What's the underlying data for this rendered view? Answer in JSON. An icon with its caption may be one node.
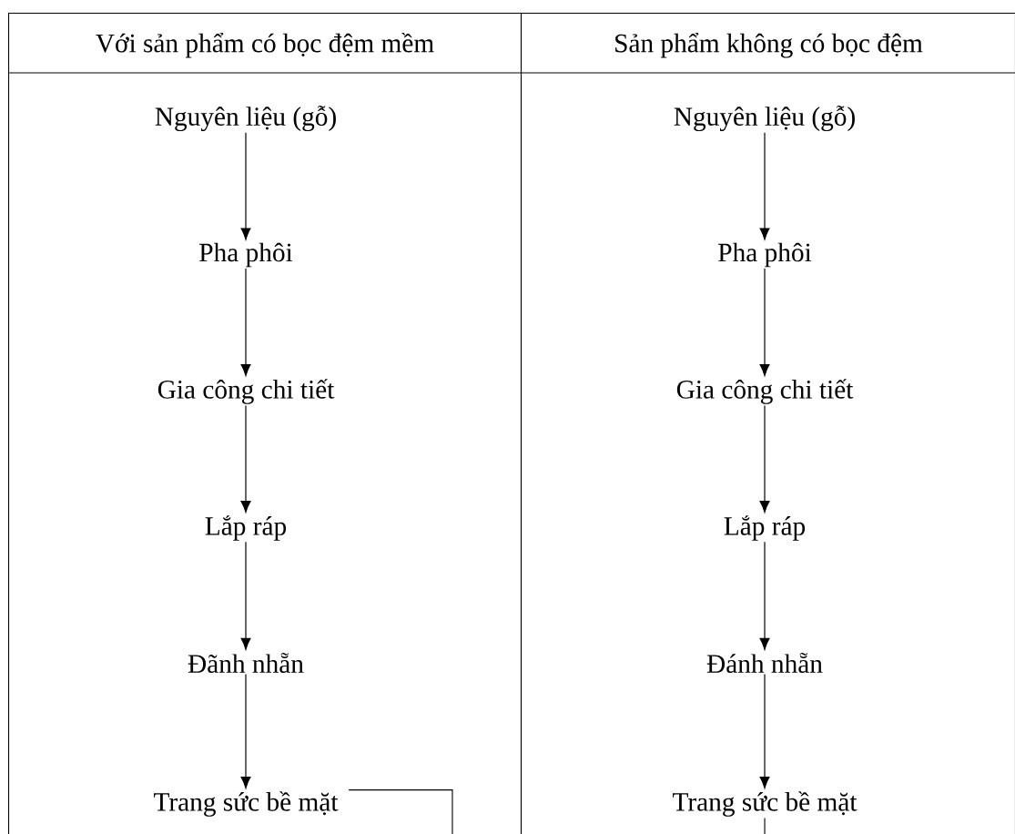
{
  "diagram": {
    "nodes": [
      {
        "text": [
          "Với sản phẩm có bọc đệm mềm"
        ]
      },
      {
        "text": [
          "Nguyên liệu (gỗ)"
        ],
        "in": 0
      },
      {
        "text": [
          "Pha phôi"
        ],
        "in": 0
      },
      {
        "text": [
          "Gia công chi tiết"
        ],
        "in": 0
      },
      {
        "text": [
          "Lắp ráp"
        ],
        "in": 0
      },
      {
        "text": [
          "Đãnh nhẵn"
        ],
        "in": 0
      },
      {
        "text": [
          "Trang sức bề mặt"
        ],
        "in": 0
      },
      {
        "text": [
          "Sản phẩm không có bọc đệm"
        ]
      },
      {
        "text": [
          "Nguyên liệu (gỗ)"
        ],
        "in": 7
      },
      {
        "text": [
          "Pha phôi"
        ],
        "in": 7
      },
      {
        "text": [
          "Gia công chi tiết"
        ],
        "in": 7
      },
      {
        "text": [
          "Lắp ráp"
        ],
        "in": 7
      },
      {
        "text": [
          "Đánh nhẵn"
        ],
        "in": 7
      },
      {
        "text": [
          "Trang sức bề mặt"
        ],
        "in": 7
      }
    ],
    "edges": [
      {
        "from": 1,
        "to": 2,
        "arrow": "to"
      },
      {
        "from": 2,
        "to": 3,
        "arrow": "to"
      },
      {
        "from": 3,
        "to": 4,
        "arrow": "to"
      },
      {
        "from": 4,
        "to": 5,
        "arrow": "to"
      },
      {
        "from": 5,
        "to": 6,
        "arrow": "to"
      },
      {
        "from": 6,
        "to": null,
        "arrow": "none"
      },
      {
        "from": 8,
        "to": 9,
        "arrow": "to"
      },
      {
        "from": 9,
        "to": 10,
        "arrow": "to"
      },
      {
        "from": 10,
        "to": 11,
        "arrow": "to"
      },
      {
        "from": 11,
        "to": 12,
        "arrow": "to"
      },
      {
        "from": 12,
        "to": 13,
        "arrow": "to"
      },
      {
        "from": 13,
        "to": null,
        "arrow": "none"
      }
    ]
  }
}
